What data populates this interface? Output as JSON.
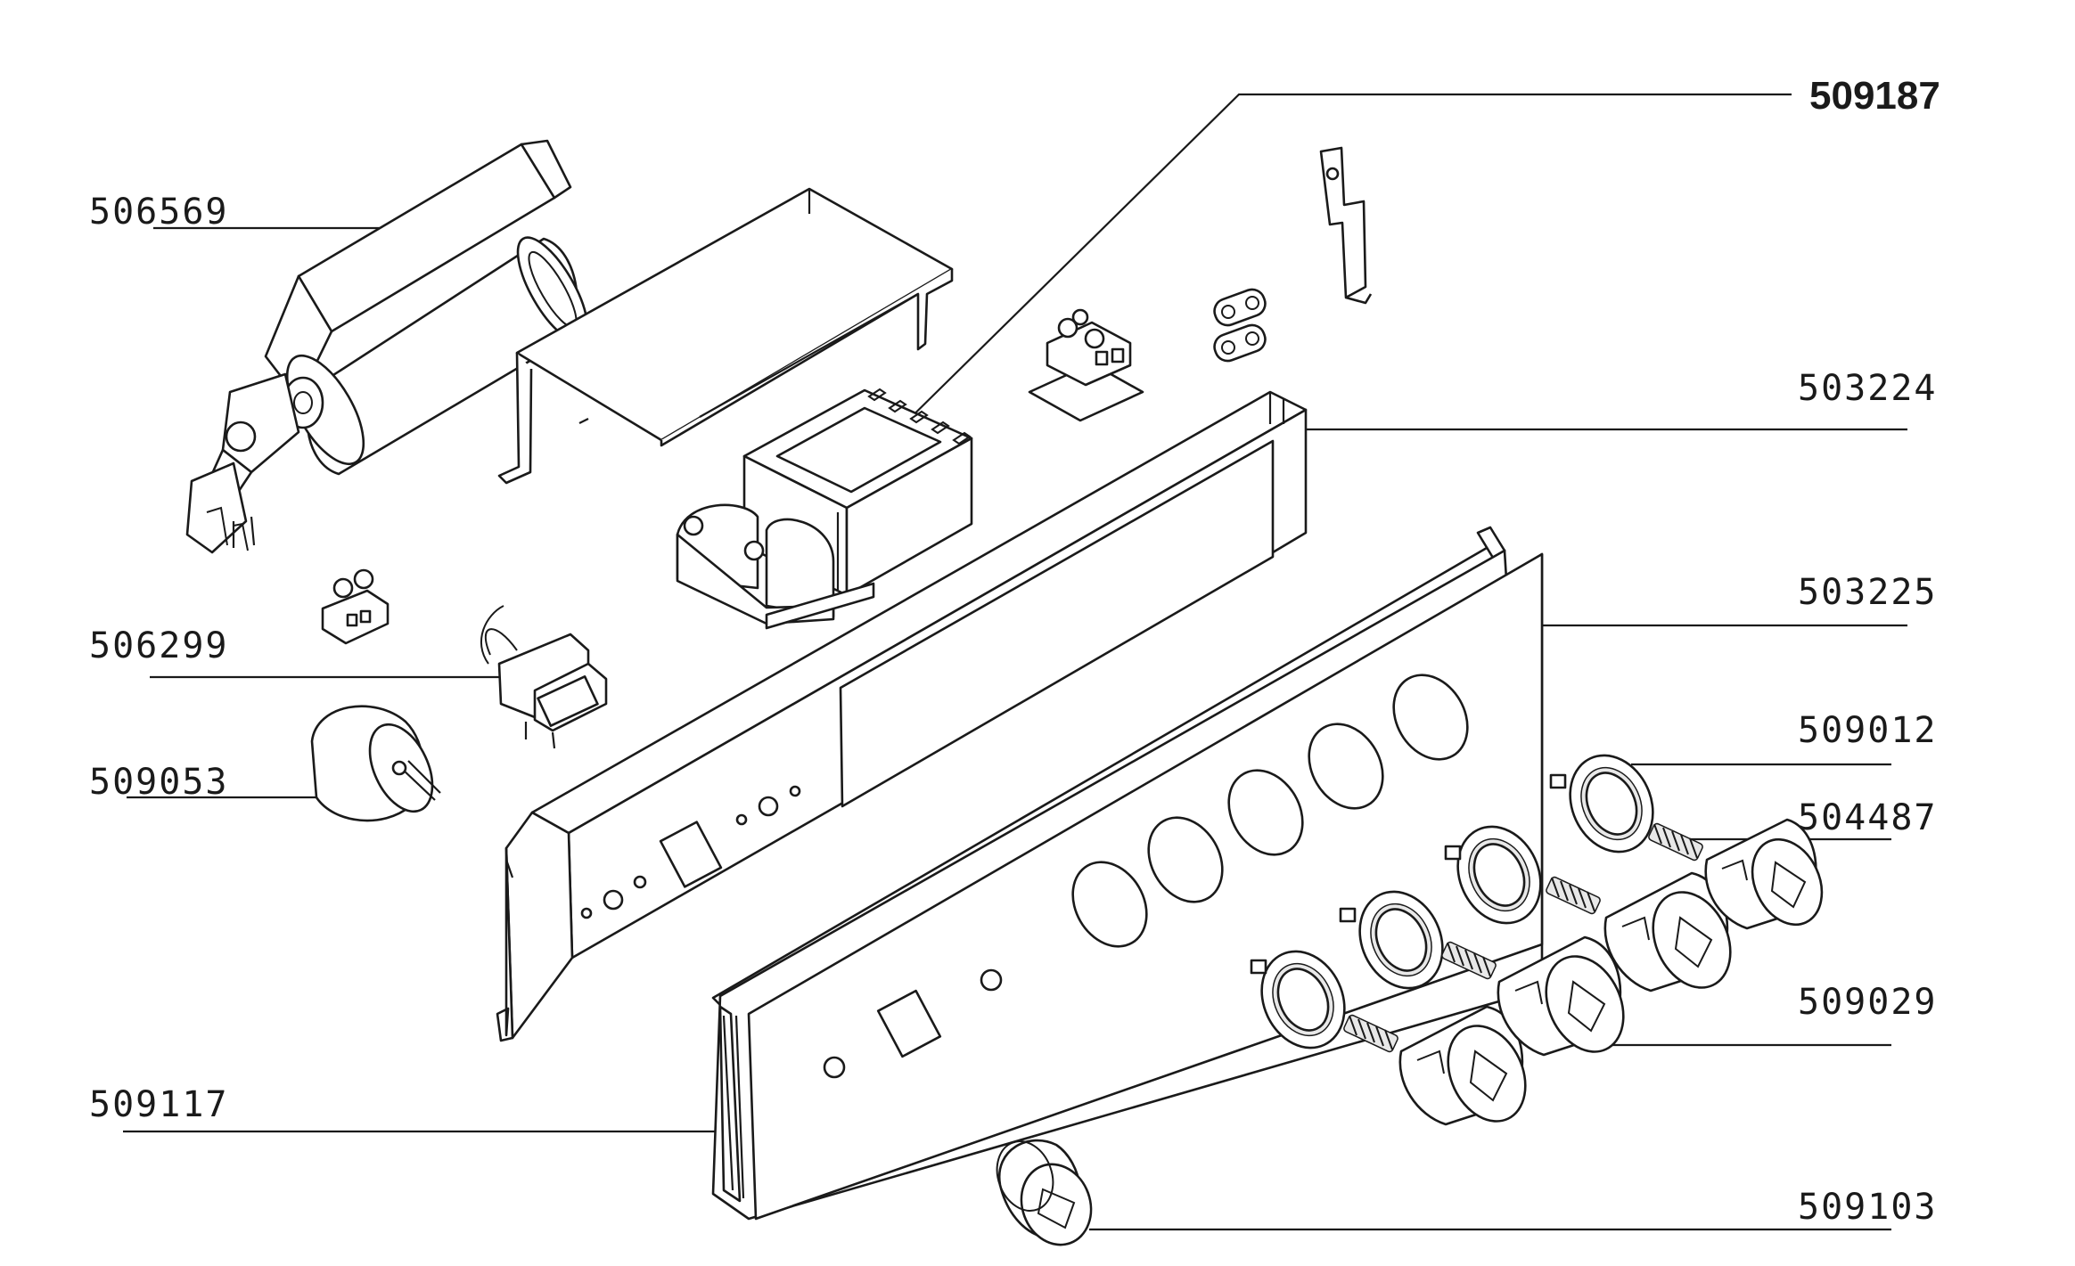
{
  "labels": {
    "p509187": "509187",
    "p506569": "506569",
    "p503224": "503224",
    "p503225": "503225",
    "p506299": "506299",
    "p509012": "509012",
    "p509053": "509053",
    "p504487": "504487",
    "p509029": "509029",
    "p509117": "509117",
    "p509103": "509103"
  }
}
